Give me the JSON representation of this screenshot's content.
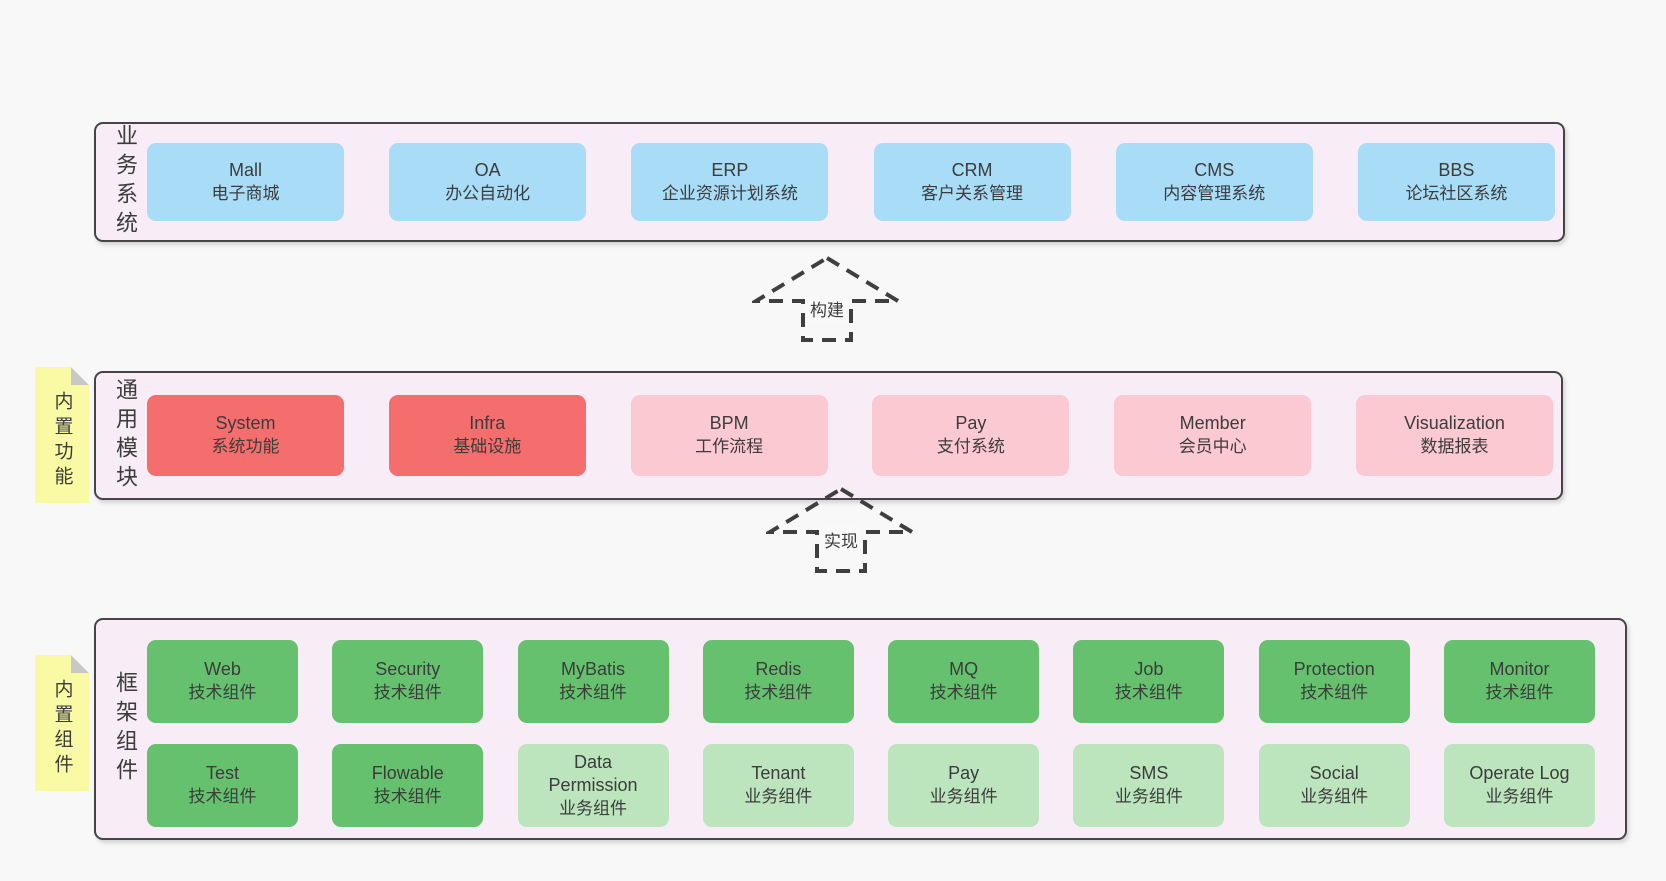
{
  "palette": {
    "page_bg": "#f8f8f8",
    "band_bg": "#f8ecf6",
    "band_border": "#454545",
    "blue_box": "#a9dcf6",
    "red_box": "#f56e6e",
    "pink_box": "#fbc9d2",
    "green_box": "#65c16d",
    "light_green_box": "#bce4bd",
    "sticky_yellow": "#fafaa4",
    "sticky_fold": "#c8c8c8",
    "text": "#3c3c3c"
  },
  "arrows": [
    {
      "label": "构建"
    },
    {
      "label": "实现"
    }
  ],
  "bands": [
    {
      "label": "业务系统",
      "boxes": [
        {
          "name": "Mall",
          "desc": "电子商城",
          "type": "blue"
        },
        {
          "name": "OA",
          "desc": "办公自动化",
          "type": "blue"
        },
        {
          "name": "ERP",
          "desc": "企业资源计划系统",
          "type": "blue"
        },
        {
          "name": "CRM",
          "desc": "客户关系管理",
          "type": "blue"
        },
        {
          "name": "CMS",
          "desc": "内容管理系统",
          "type": "blue"
        },
        {
          "name": "BBS",
          "desc": "论坛社区系统",
          "type": "blue"
        }
      ]
    },
    {
      "label": "通用模块",
      "sticky": "内置功能",
      "boxes": [
        {
          "name": "System",
          "desc": "系统功能",
          "type": "red"
        },
        {
          "name": "Infra",
          "desc": "基础设施",
          "type": "red"
        },
        {
          "name": "BPM",
          "desc": "工作流程",
          "type": "pink"
        },
        {
          "name": "Pay",
          "desc": "支付系统",
          "type": "pink"
        },
        {
          "name": "Member",
          "desc": "会员中心",
          "type": "pink"
        },
        {
          "name": "Visualization",
          "desc": "数据报表",
          "type": "pink"
        }
      ]
    },
    {
      "label": "框架组件",
      "sticky": "内置组件",
      "rows": [
        [
          {
            "name": "Web",
            "desc": "技术组件",
            "type": "green"
          },
          {
            "name": "Security",
            "desc": "技术组件",
            "type": "green"
          },
          {
            "name": "MyBatis",
            "desc": "技术组件",
            "type": "green"
          },
          {
            "name": "Redis",
            "desc": "技术组件",
            "type": "green"
          },
          {
            "name": "MQ",
            "desc": "技术组件",
            "type": "green"
          },
          {
            "name": "Job",
            "desc": "技术组件",
            "type": "green"
          },
          {
            "name": "Protection",
            "desc": "技术组件",
            "type": "green"
          },
          {
            "name": "Monitor",
            "desc": "技术组件",
            "type": "green"
          }
        ],
        [
          {
            "name": "Test",
            "desc": "技术组件",
            "type": "green"
          },
          {
            "name": "Flowable",
            "desc": "技术组件",
            "type": "green"
          },
          {
            "name": "Data Permission",
            "desc": "业务组件",
            "type": "lightgreen"
          },
          {
            "name": "Tenant",
            "desc": "业务组件",
            "type": "lightgreen"
          },
          {
            "name": "Pay",
            "desc": "业务组件",
            "type": "lightgreen"
          },
          {
            "name": "SMS",
            "desc": "业务组件",
            "type": "lightgreen"
          },
          {
            "name": "Social",
            "desc": "业务组件",
            "type": "lightgreen"
          },
          {
            "name": "Operate Log",
            "desc": "业务组件",
            "type": "lightgreen"
          }
        ]
      ]
    }
  ]
}
